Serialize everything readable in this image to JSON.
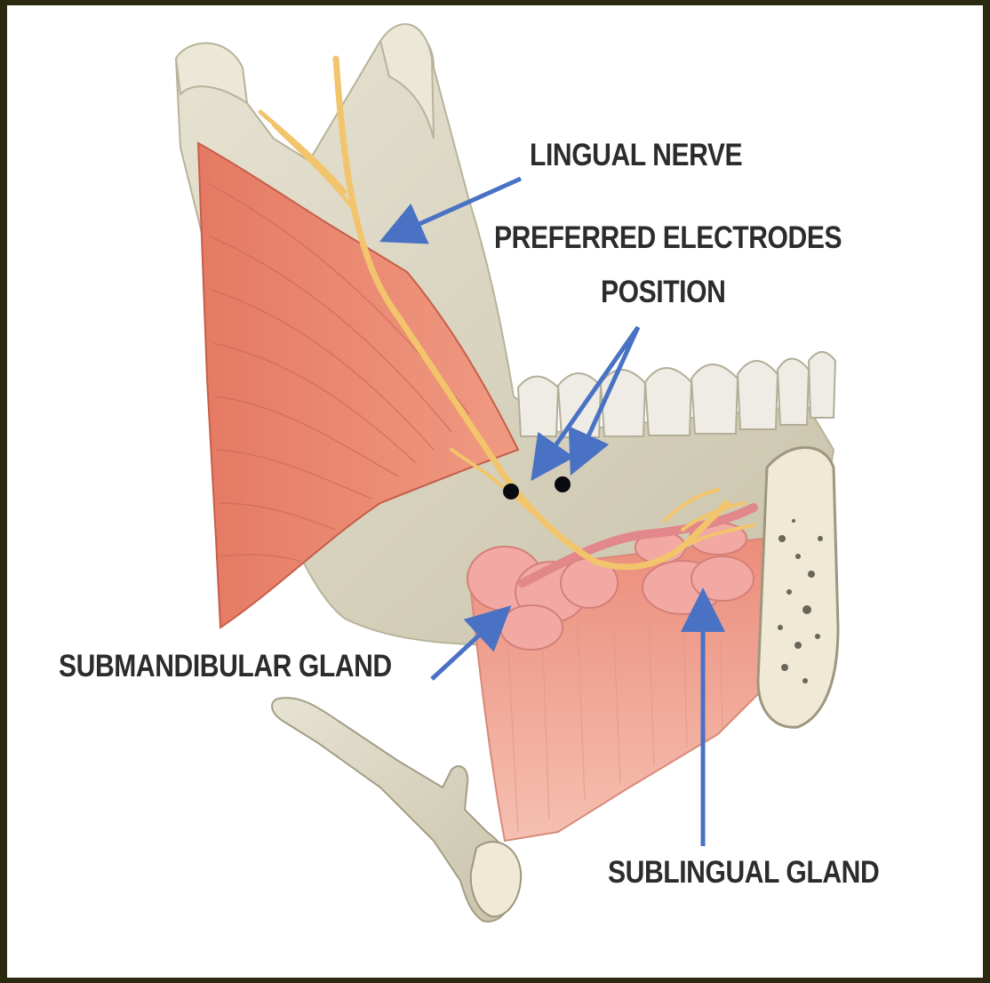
{
  "labels": {
    "lingual_nerve": "LINGUAL NERVE",
    "electrodes_line1": "PREFERRED ELECTRODES",
    "electrodes_line2": "POSITION",
    "submandibular_gland": "SUBMANDIBULAR GLAND",
    "sublingual_gland": "SUBLINGUAL GLAND"
  },
  "colors": {
    "frame": "#2b2a10",
    "arrow": "#4a72c4",
    "bone": "#d6d1bd",
    "muscle": "#e98670",
    "nerve": "#f2c26a",
    "gland": "#f0a5a0",
    "electrode": "#0a0a12"
  }
}
